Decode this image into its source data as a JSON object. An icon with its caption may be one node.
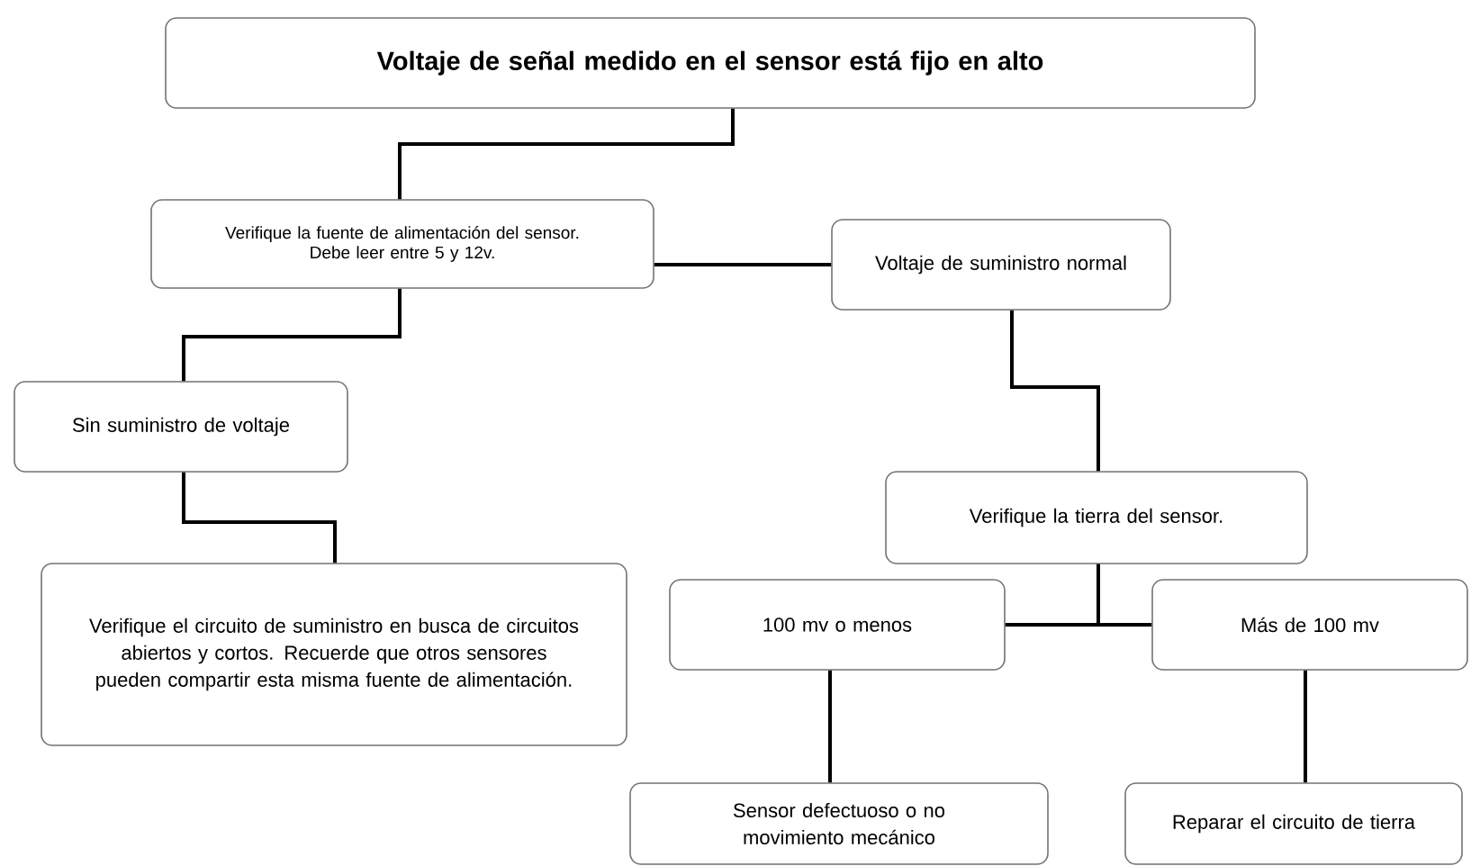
{
  "diagram": {
    "nodes": [
      {
        "text": [
          "Voltaje de señal medido en el sensor está fijo en alto"
        ]
      },
      {
        "text": [
          "Verifique la fuente de alimentación del sensor.",
          "Debe leer entre 5 y 12v."
        ]
      },
      {
        "text": [
          "Voltaje de suministro normal"
        ]
      },
      {
        "text": [
          "Sin suministro de voltaje"
        ]
      },
      {
        "text": [
          "Verifique el circuito de suministro en busca de circuitos abiertos y cortos. Recuerde que otros sensores pueden compartir esta misma fuente de alimentación."
        ]
      },
      {
        "text": [
          "Verifique la tierra del sensor."
        ]
      },
      {
        "text": [
          "100 mv o menos"
        ]
      },
      {
        "text": [
          "Más de 100 mv"
        ]
      },
      {
        "text": [
          "Sensor defectuoso o no movimiento mecánico"
        ]
      },
      {
        "text": [
          "Reparar el circuito de tierra"
        ]
      }
    ],
    "edges": [
      {
        "from": 0,
        "to": 1,
        "arrow": "none"
      },
      {
        "from": 1,
        "to": 2,
        "arrow": "none"
      },
      {
        "from": 1,
        "to": 3,
        "arrow": "none"
      },
      {
        "from": 2,
        "to": 5,
        "arrow": "none"
      },
      {
        "from": 3,
        "to": 4,
        "arrow": "none"
      },
      {
        "from": 5,
        "to": 6,
        "arrow": "none"
      },
      {
        "from": 5,
        "to": 7,
        "arrow": "none"
      },
      {
        "from": 6,
        "to": 8,
        "arrow": "none"
      },
      {
        "from": 7,
        "to": 9,
        "arrow": "none"
      }
    ]
  }
}
